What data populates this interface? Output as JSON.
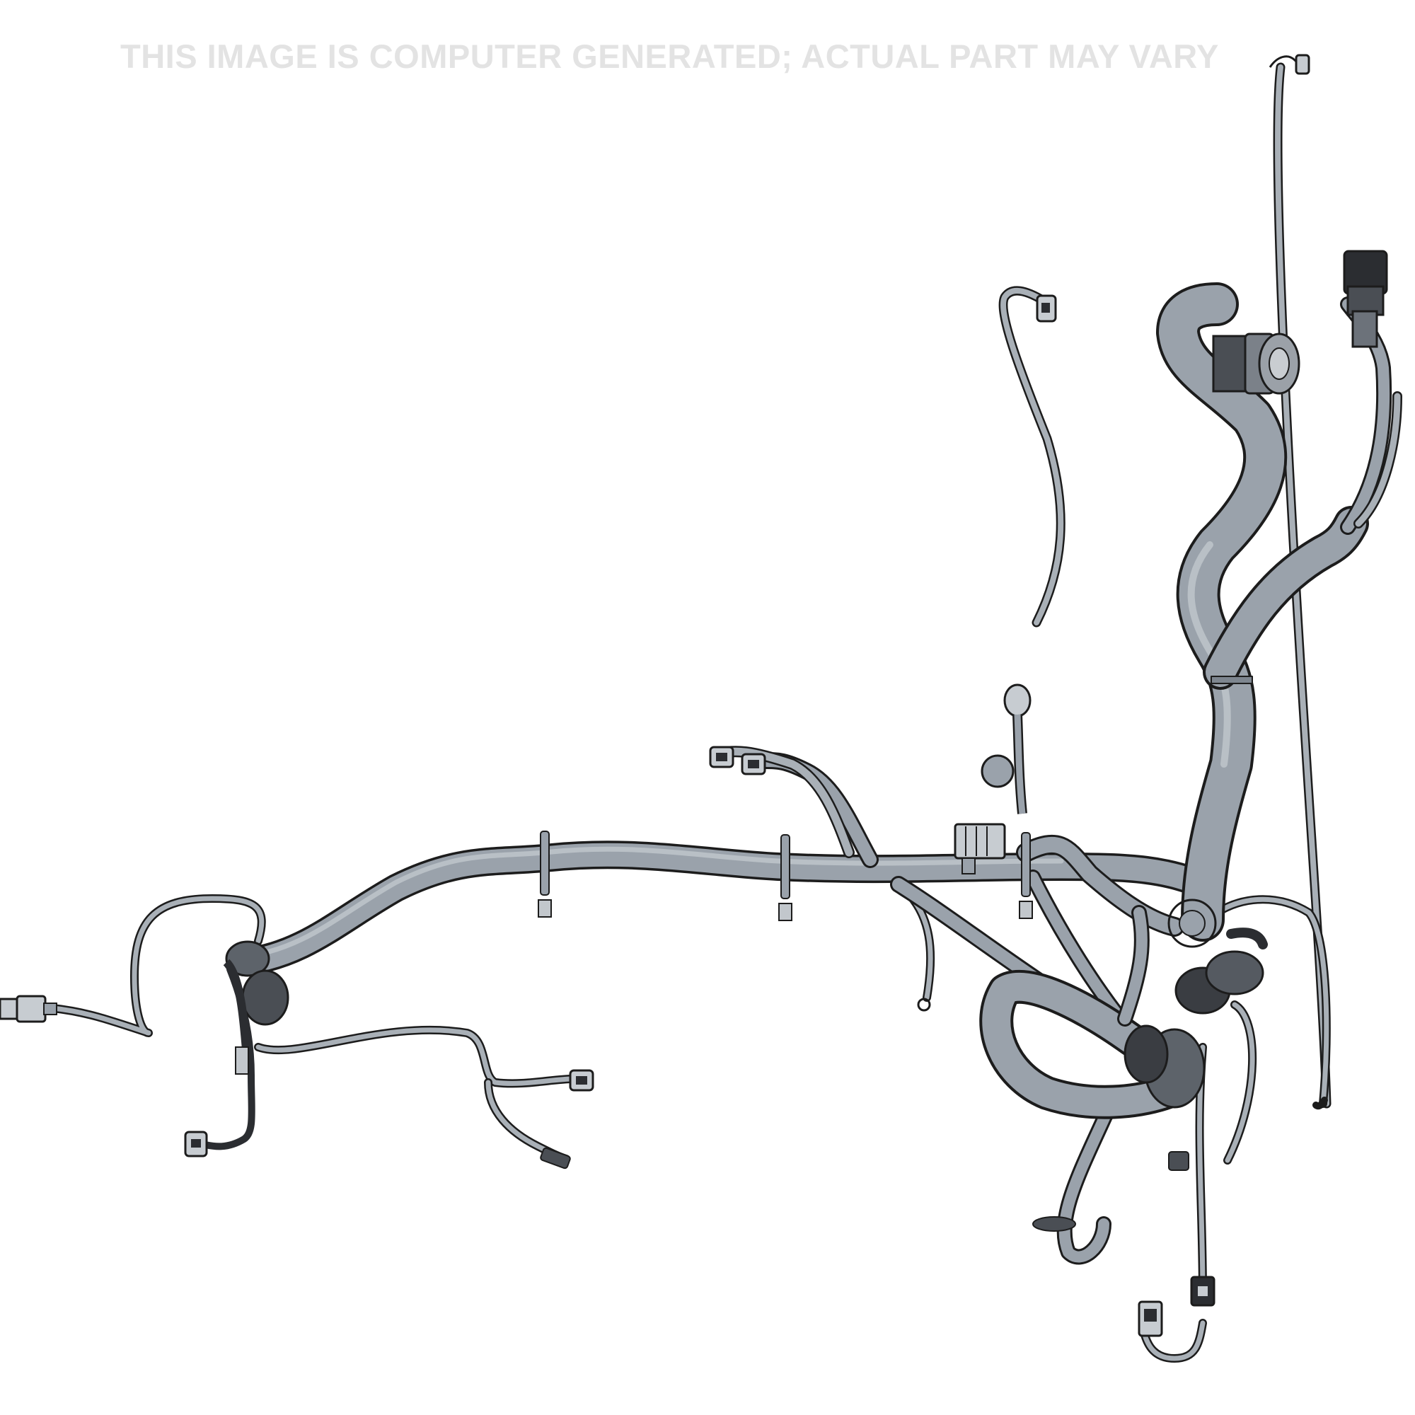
{
  "watermark": {
    "text": "THIS IMAGE IS COMPUTER GENERATED; ACTUAL PART MAY VARY"
  },
  "colors": {
    "background": "#ffffff",
    "harness_fill": "#9aa2ab",
    "harness_dark": "#3a3d42",
    "outline": "#1c1c1c",
    "watermark": "#e3e3e3"
  },
  "parts": [
    {
      "name": "main-trunk-bundle",
      "kind": "cable"
    },
    {
      "name": "right-riser-bundle",
      "kind": "cable"
    },
    {
      "name": "round-circular-connector",
      "kind": "connector"
    },
    {
      "name": "top-right-rectangular-connector",
      "kind": "connector"
    },
    {
      "name": "top-thin-lead-connector",
      "kind": "connector"
    },
    {
      "name": "left-inline-connector",
      "kind": "connector"
    },
    {
      "name": "lower-left-connectors",
      "kind": "connector"
    },
    {
      "name": "center-inline-connector",
      "kind": "connector"
    },
    {
      "name": "mounting-clips",
      "kind": "clip"
    },
    {
      "name": "bottom-right-connectors",
      "kind": "connector"
    }
  ]
}
